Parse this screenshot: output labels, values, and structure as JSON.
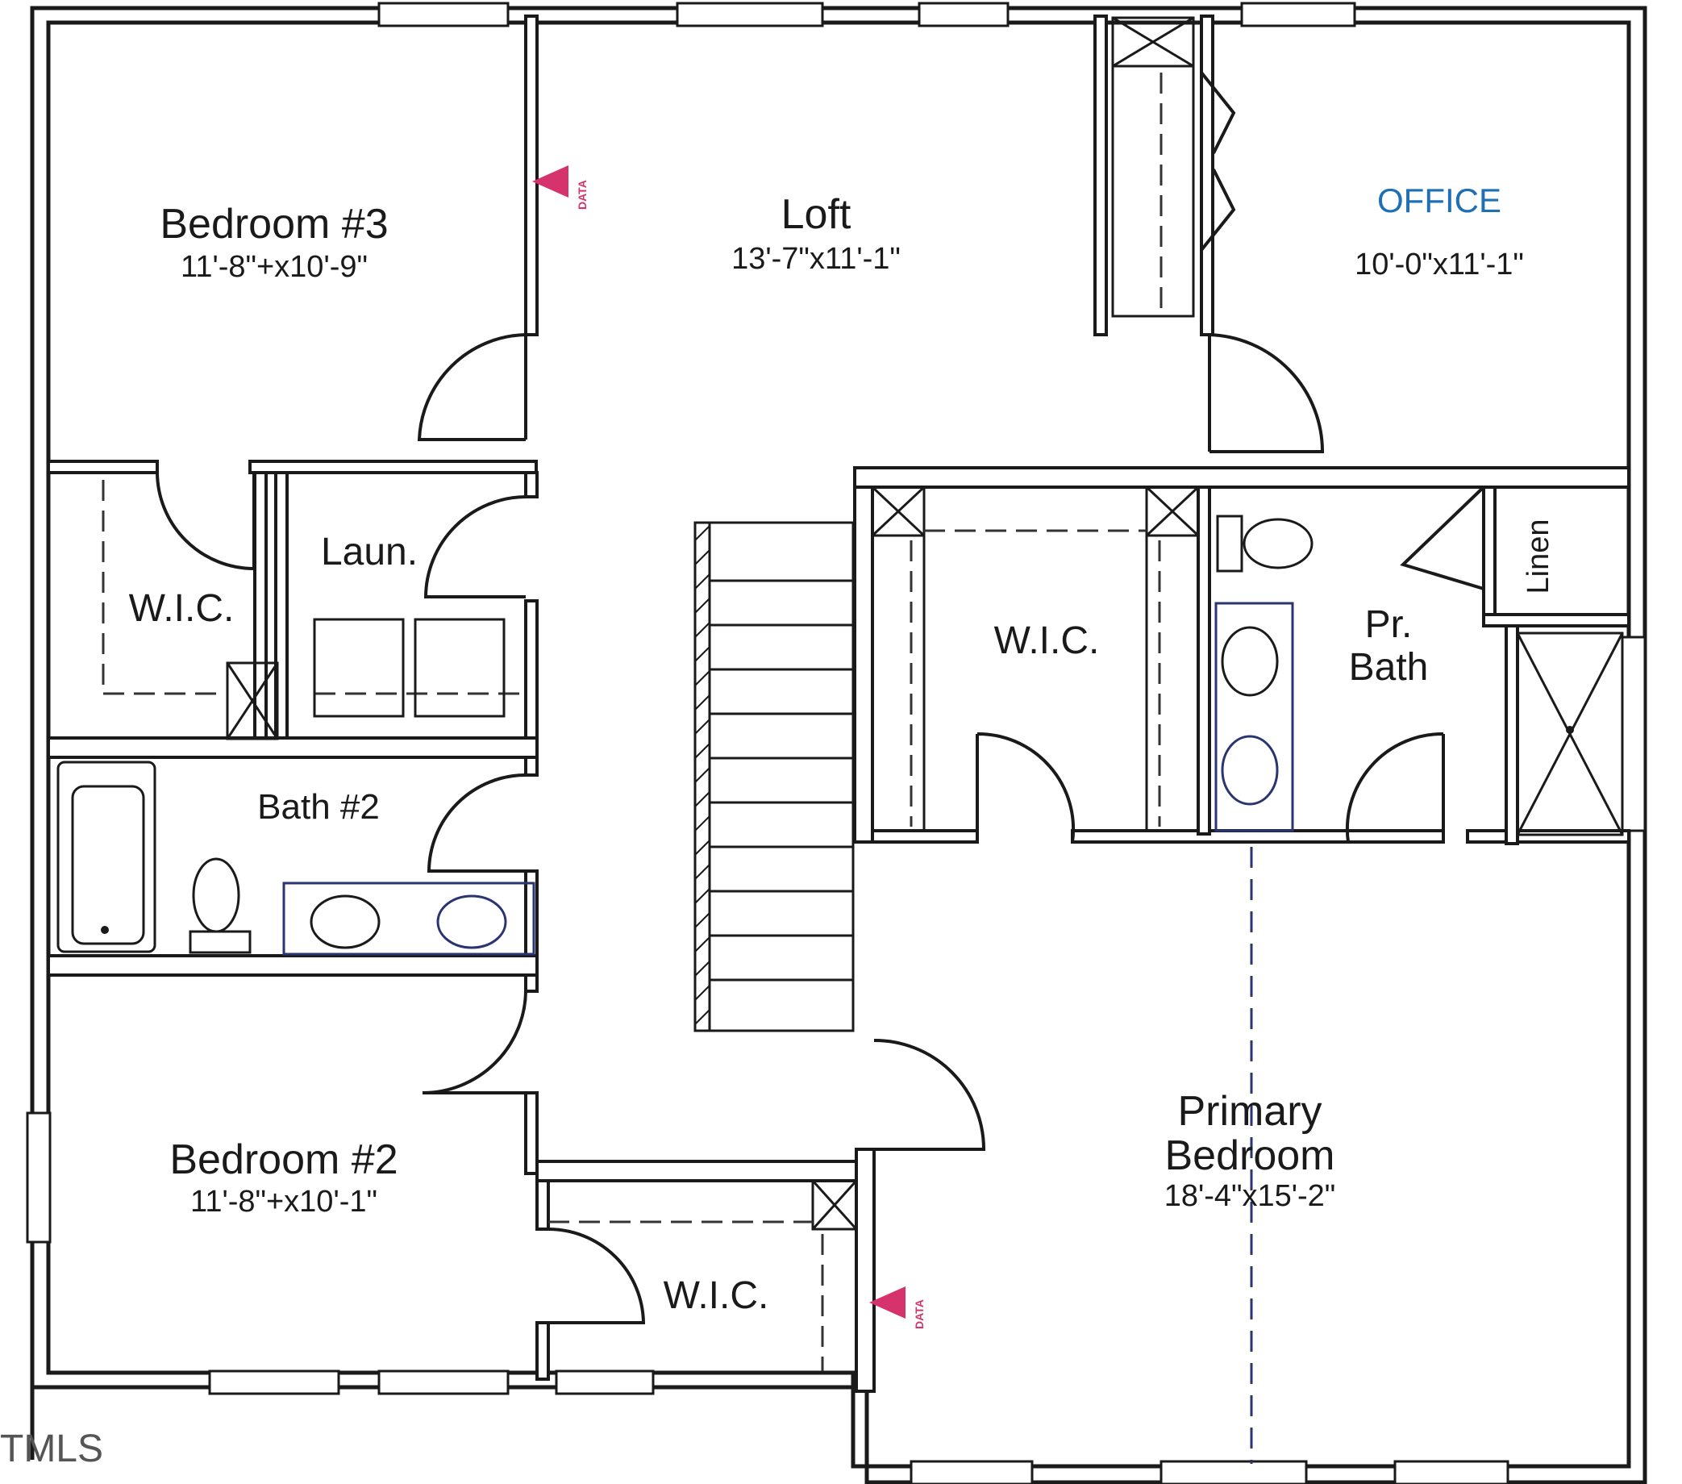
{
  "rooms": {
    "bedroom3": {
      "name": "Bedroom #3",
      "dims": "11'-8\"+x10'-9\""
    },
    "loft": {
      "name": "Loft",
      "dims": "13'-7\"x11'-1\""
    },
    "office": {
      "name": "OFFICE",
      "dims": "10'-0\"x11'-1\""
    },
    "wic_bed3": {
      "name": "W.I.C."
    },
    "laundry": {
      "name": "Laun."
    },
    "wic_primary": {
      "name": "W.I.C."
    },
    "pr_bath": {
      "line1": "Pr.",
      "line2": "Bath"
    },
    "linen": {
      "name": "Linen"
    },
    "bath2": {
      "name": "Bath #2"
    },
    "bedroom2": {
      "name": "Bedroom #2",
      "dims": "11'-8\"+x10'-1\""
    },
    "wic_bed2": {
      "name": "W.I.C."
    },
    "primary": {
      "line1": "Primary",
      "line2": "Bedroom",
      "dims": "18'-4\"x15'-2\""
    }
  },
  "markers": {
    "data_label": "DATA"
  },
  "watermark": "TMLS",
  "colors": {
    "office_label": "#1f6fb5",
    "data_marker": "#d6336c",
    "fixture_blue": "#2a3470"
  }
}
